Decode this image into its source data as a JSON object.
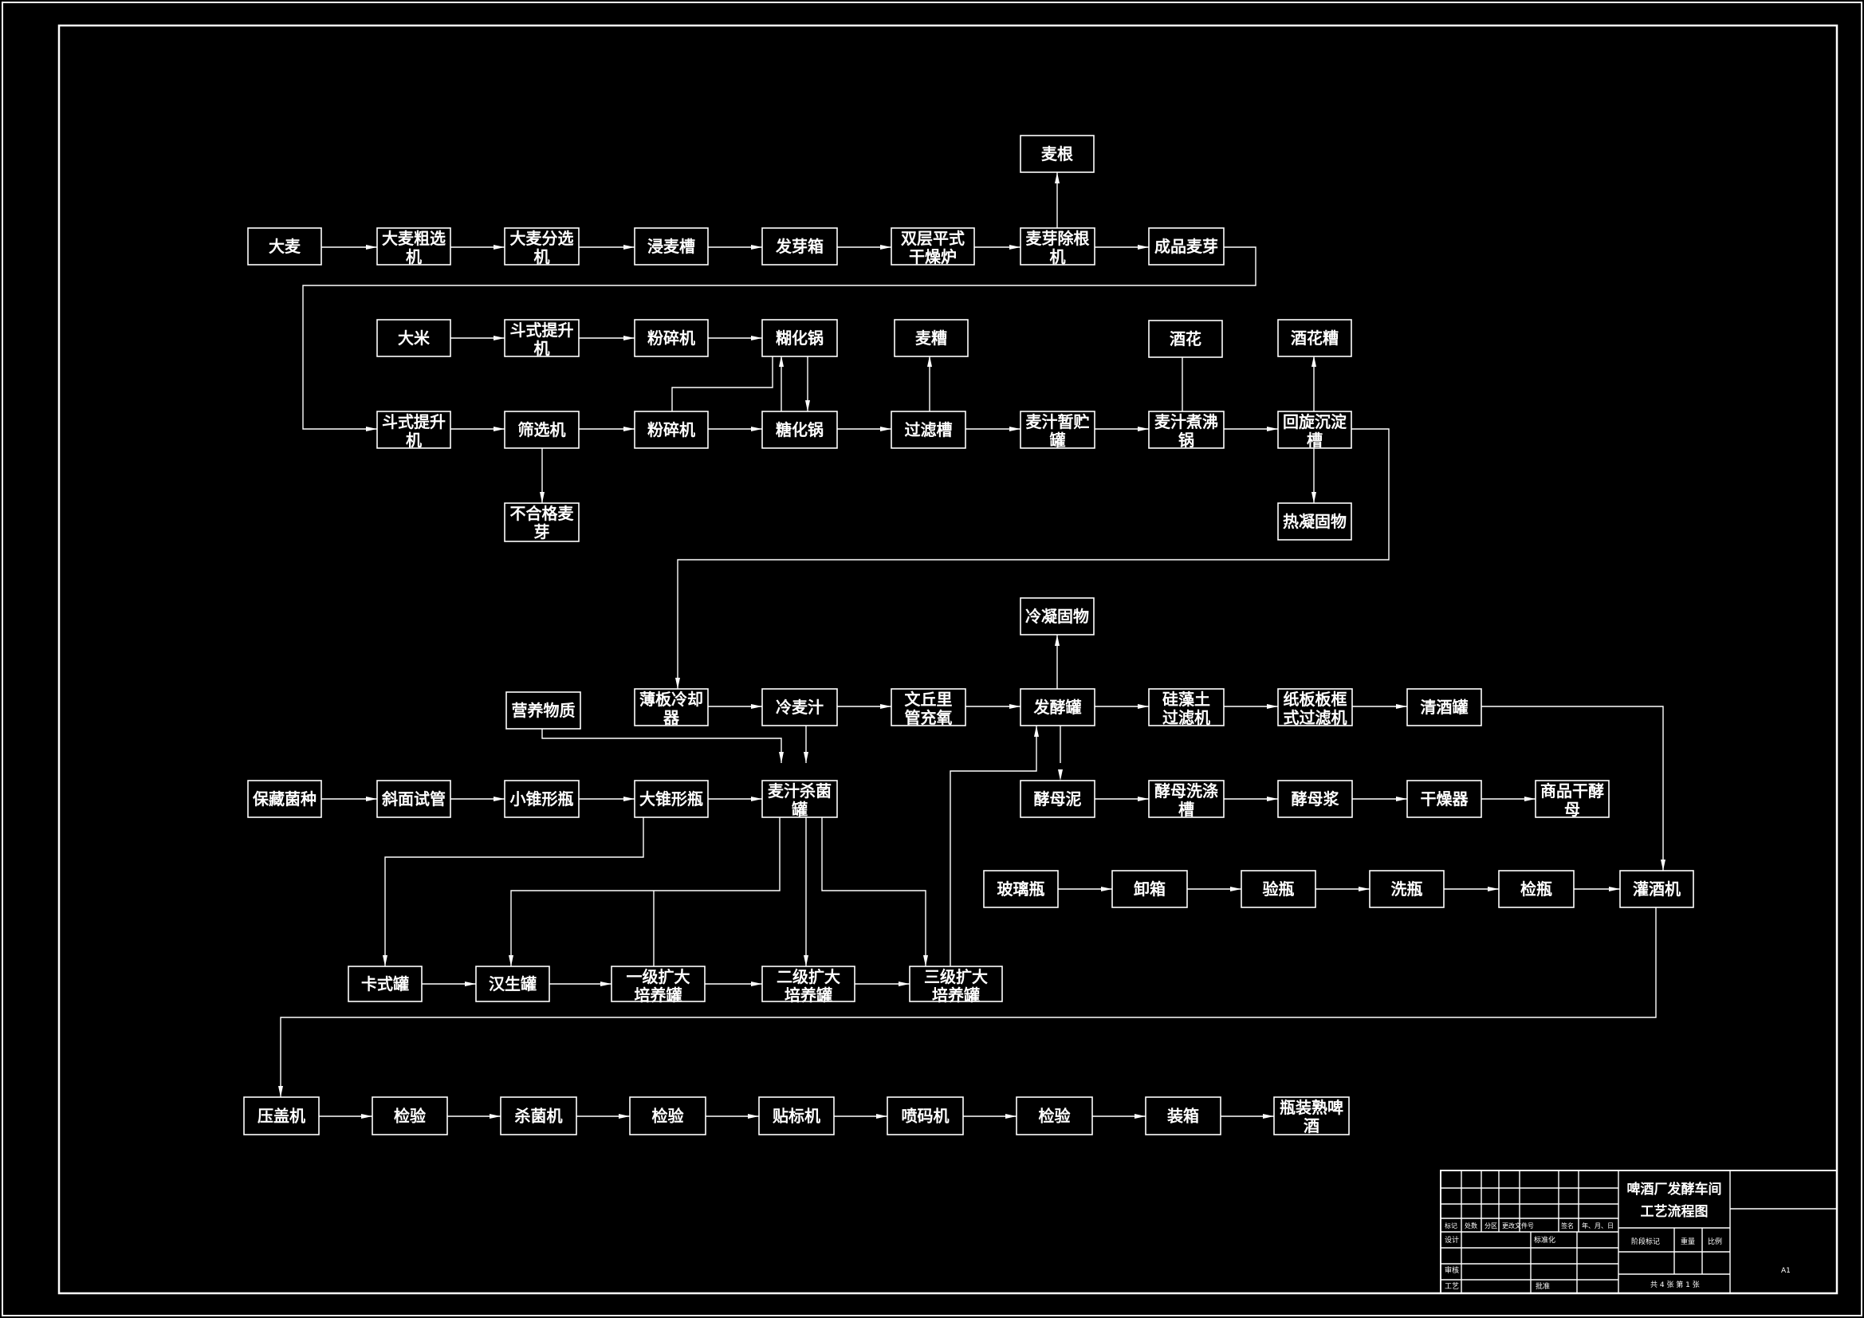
{
  "title_block": {
    "title_line1": "啤酒厂发酵车间",
    "title_line2": "工艺流程图",
    "header_cells": [
      "标记",
      "处数",
      "分区",
      "更改文件号",
      "签名",
      "年、月、日"
    ],
    "row_labels": [
      "设计",
      "审核",
      "工艺"
    ],
    "std_label": "标准化",
    "approve_label": "批准",
    "stage_label": "阶段标记",
    "weight_label": "重量",
    "scale_label": "比例",
    "sheet_info": "共 4 张  第 1 张",
    "size_label": "A1"
  },
  "nodes": {
    "n01": "大麦",
    "n02": "大麦粗选机",
    "n03": "大麦分选机",
    "n04": "浸麦槽",
    "n05": "发芽箱",
    "n06": "双层平式干燥炉",
    "n07": "麦芽除根机",
    "n08": "成品麦芽",
    "n09": "麦根",
    "n10": "大米",
    "n11": "斗式提升机",
    "n12": "粉碎机",
    "n13": "糊化锅",
    "n14": "麦糟",
    "n15": "酒花",
    "n16": "酒花糟",
    "n17": "斗式提升机",
    "n18": "筛选机",
    "n19": "粉碎机",
    "n20": "糖化锅",
    "n21": "过滤槽",
    "n22": "麦汁暂贮罐",
    "n23": "麦汁煮沸锅",
    "n24": "回旋沉淀槽",
    "n25": "不合格麦芽",
    "n26": "热凝固物",
    "n27": "冷凝固物",
    "n28": "营养物质",
    "n29": "薄板冷却器",
    "n30": "冷麦汁",
    "n31": "文丘里管充氧",
    "n32": "发酵罐",
    "n33": "硅藻土过滤机",
    "n34": "纸板板框式过滤机",
    "n35": "清酒罐",
    "n36": "保藏菌种",
    "n37": "斜面试管",
    "n38": "小锥形瓶",
    "n39": "大锥形瓶",
    "n40": "麦汁杀菌罐",
    "n41": "酵母泥",
    "n42": "酵母洗涤槽",
    "n43": "酵母浆",
    "n44": "干燥器",
    "n45": "商品干酵母",
    "n46": "玻璃瓶",
    "n47": "卸箱",
    "n48": "验瓶",
    "n49": "洗瓶",
    "n50": "检瓶",
    "n51": "灌酒机",
    "n52": "卡式罐",
    "n53": "汉生罐",
    "n54": "一级扩大培养罐",
    "n55": "二级扩大培养罐",
    "n56": "三级扩大培养罐",
    "n57": "压盖机",
    "n58": "检验",
    "n59": "杀菌机",
    "n60": "检验",
    "n61": "贴标机",
    "n62": "喷码机",
    "n63": "检验",
    "n64": "装箱",
    "n65": "瓶装熟啤酒"
  }
}
